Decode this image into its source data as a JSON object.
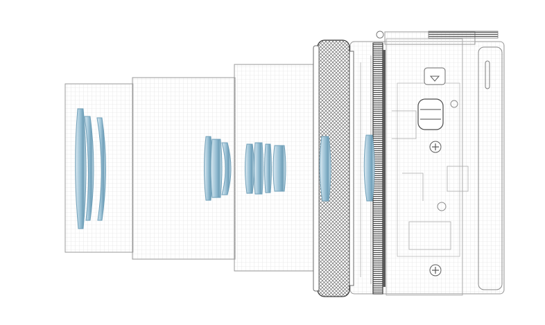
{
  "figure": {
    "subject": "camera-lens-cutaway",
    "colors": {
      "background": "#ffffff",
      "line": "#9a9a9a",
      "grid": "#dcdcdc",
      "dark": "#3a3a3a",
      "lens": "#a9cbdc",
      "lens_dark": "#5f8fa8"
    },
    "barrel_sections": [
      {
        "name": "front-barrel-section"
      },
      {
        "name": "middle-barrel-section"
      },
      {
        "name": "rear-barrel-section"
      }
    ],
    "lens_groups": [
      {
        "name": "front-lens-group"
      },
      {
        "name": "middle-lens-group"
      },
      {
        "name": "rear-lens-group"
      }
    ]
  }
}
